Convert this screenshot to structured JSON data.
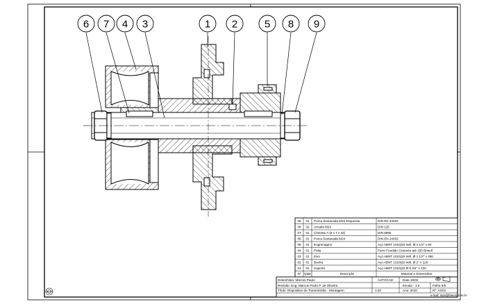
{
  "balloons": [
    "6",
    "7",
    "4",
    "3",
    "1",
    "2",
    "5",
    "8",
    "9"
  ],
  "parts_list": {
    "rows": [
      {
        "n": "09",
        "qty": "01",
        "desc": "Porca Sextavada M24 Esquerda",
        "spec": "DIN EN 24032"
      },
      {
        "n": "08",
        "qty": "02",
        "desc": "Arruela M24",
        "spec": "DIN 125"
      },
      {
        "n": "07",
        "qty": "01",
        "desc": "Chaveta A (8 x 7 x 34)",
        "spec": "DIN 6885"
      },
      {
        "n": "06",
        "qty": "01",
        "desc": "Porca Sextavada M24",
        "spec": "DIN EN 24032"
      },
      {
        "n": "05",
        "qty": "01",
        "desc": "Engrenagem",
        "spec": "Aço ABNT 1010(20  trefi. Ø 4 1/4\" x 60"
      },
      {
        "n": "04",
        "qty": "01",
        "desc": "Polia",
        "spec": "Ferro Fundido Cinzento até 150 Brinell"
      },
      {
        "n": "03",
        "qty": "01",
        "desc": "Eixo",
        "spec": "Aço ABNT 1010(20  trefi. Ø 1 1/2\" x 280"
      },
      {
        "n": "02",
        "qty": "01",
        "desc": "Bucha",
        "spec": "Aço ABNT 1010(20  trefi. Ø 2\" x 120"
      },
      {
        "n": "01",
        "qty": "01",
        "desc": "Suporte",
        "spec": "Aço ABNT 1010(20 Ø 8 3/4\" x 120"
      }
    ],
    "header": {
      "n": "Nº",
      "qty": "Qtde",
      "desc": "Descrição",
      "spec": "Material e Dimensões"
    }
  },
  "title_block": {
    "drawn": "Desenhista: Marcos Paulo",
    "software": "AUTOCAD",
    "date": "Data 19/02",
    "reviewed": "Revisão: Eng. Marcos Paulo P. de Oliveira",
    "scale": "Escala - 1:2",
    "sheet": "Folha 5/5",
    "title": "Título: Dispositivo de Transmissão - Montagem",
    "size": "1:20",
    "year": "Ano: 2010",
    "number": "Nº: A2/01",
    "email": "e-mail: mpo@fatecsj.com.br"
  }
}
